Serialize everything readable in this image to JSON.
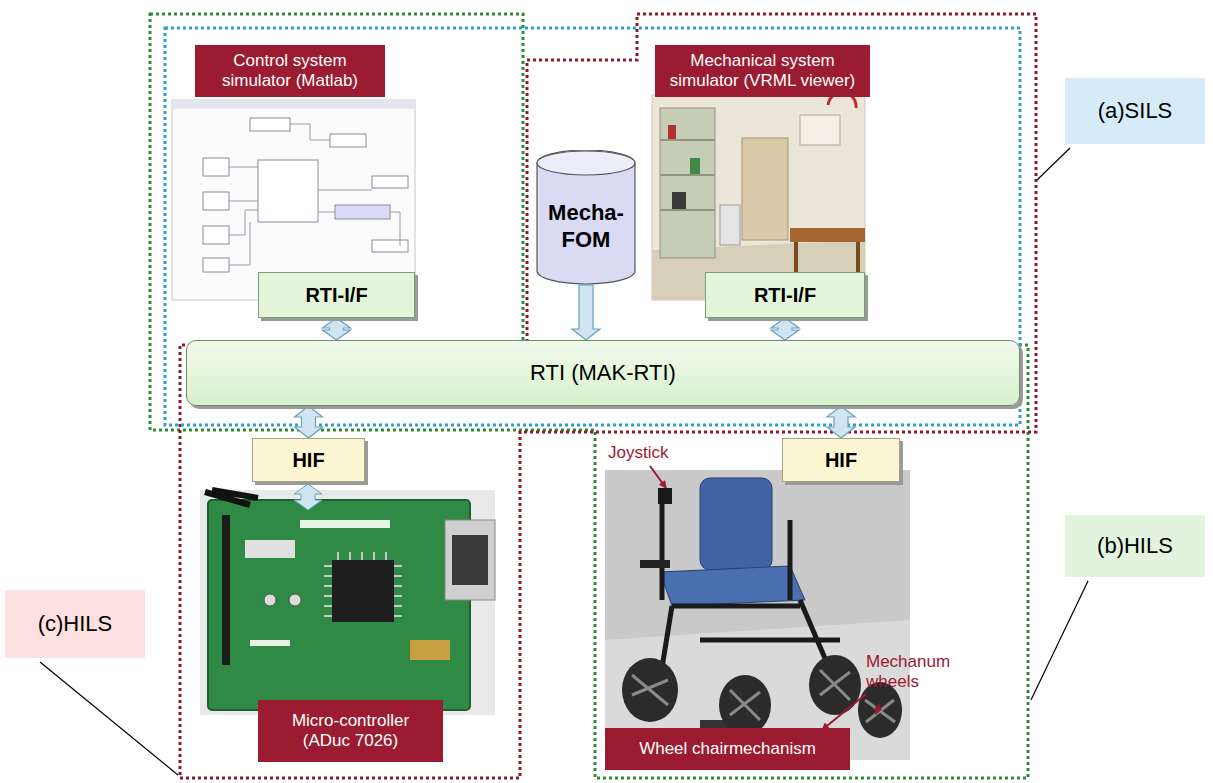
{
  "diagram": {
    "nodes": [
      {
        "text": [
          "Control system simulator (Matlab)"
        ]
      },
      {
        "text": [
          "Mechanical system simulator (VRML viewer)"
        ]
      },
      {
        "text": [
          "Mecha-FOM"
        ]
      },
      {
        "text": [
          "(a)SILS"
        ]
      },
      {
        "text": [
          "RTI-I/F"
        ]
      },
      {
        "text": [
          "RTI-I/F"
        ]
      },
      {
        "text": [
          "RTI (MAK-RTI)"
        ]
      },
      {
        "text": [
          "HIF"
        ]
      },
      {
        "text": [
          "HIF"
        ]
      },
      {
        "text": [
          "(c)HILS"
        ]
      },
      {
        "text": [
          "(b)HILS"
        ]
      },
      {
        "text": [
          "Micro-controller (ADuc 7026)"
        ]
      },
      {
        "text": [
          "Wheel chairmechanism"
        ]
      }
    ],
    "edges": [
      {
        "from": 4,
        "to": 6,
        "arrow": "both"
      },
      {
        "from": 5,
        "to": 6,
        "arrow": "both"
      },
      {
        "from": 2,
        "to": 6,
        "arrow": "to"
      },
      {
        "from": 7,
        "to": 6,
        "arrow": "both"
      },
      {
        "from": 8,
        "to": 6,
        "arrow": "both"
      }
    ],
    "labels": [
      "Joystick",
      "Mechanum wheels"
    ]
  }
}
